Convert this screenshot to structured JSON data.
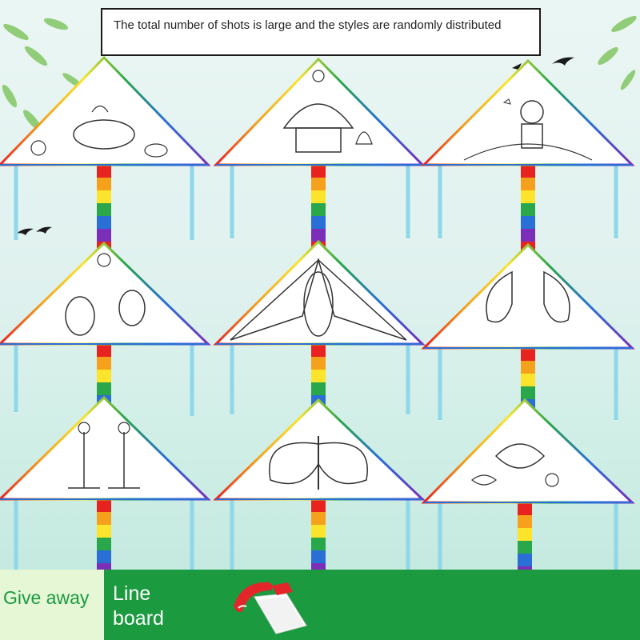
{
  "notice": {
    "text": "The total number of shots is large and the styles are randomly distributed"
  },
  "footer": {
    "giveaway_label": "Give away",
    "item_label": "Line board"
  },
  "kites": [
    {
      "theme": "whale"
    },
    {
      "theme": "mushroom-house"
    },
    {
      "theme": "astronaut"
    },
    {
      "theme": "bees"
    },
    {
      "theme": "eagle"
    },
    {
      "theme": "butterfly-pair"
    },
    {
      "theme": "giraffes"
    },
    {
      "theme": "butterfly"
    },
    {
      "theme": "fish"
    }
  ],
  "colors": {
    "footer_green": "#1b9a3f",
    "giveaway_bg": "#e6f7d6",
    "kite_tail": [
      "#e8231f",
      "#f5a11c",
      "#fbe42b",
      "#2aa74a",
      "#2a6fd6",
      "#7b2fb8"
    ],
    "kite_leg": "#8fd7ea",
    "reel_red": "#e2262a"
  }
}
